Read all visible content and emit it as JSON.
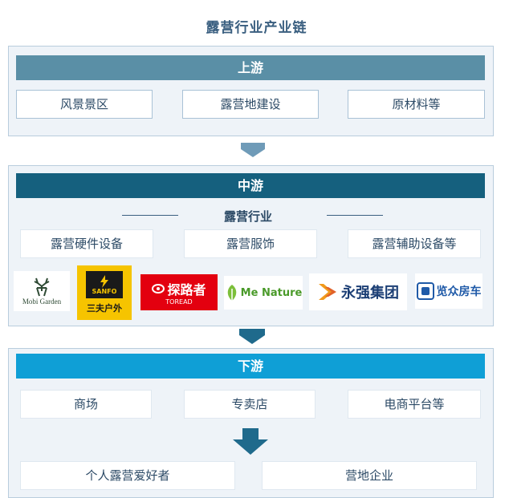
{
  "title": "露营行业产业链",
  "upstream": {
    "header": "上游",
    "items": [
      "风景景区",
      "露营地建设",
      "原材料等"
    ]
  },
  "midstream": {
    "header": "中游",
    "subtitle": "露营行业",
    "items": [
      "露营硬件设备",
      "露营服饰",
      "露营辅助设备等"
    ],
    "logos": [
      {
        "name": "mobi-garden",
        "text": "Mobi Garden"
      },
      {
        "name": "sanfo",
        "text": "SANFO",
        "text2": "三夫户外"
      },
      {
        "name": "toread",
        "text": "探路者",
        "text2": "TOREAD"
      },
      {
        "name": "me-nature",
        "text": "Me Nature"
      },
      {
        "name": "yongqiang",
        "text": "永强集团"
      },
      {
        "name": "lanzhong",
        "text": "览众房车"
      }
    ]
  },
  "downstream": {
    "header": "下游",
    "items": [
      "商场",
      "专卖店",
      "电商平台等"
    ],
    "end_items": [
      "个人露营爱好者",
      "营地企业"
    ]
  },
  "colors": {
    "upstream_bar": "#5a8fa6",
    "midstream_bar": "#15607e",
    "downstream_bar": "#0f9fd6",
    "arrow_light": "#6f9bb8",
    "arrow_dark": "#1f6a8c"
  }
}
